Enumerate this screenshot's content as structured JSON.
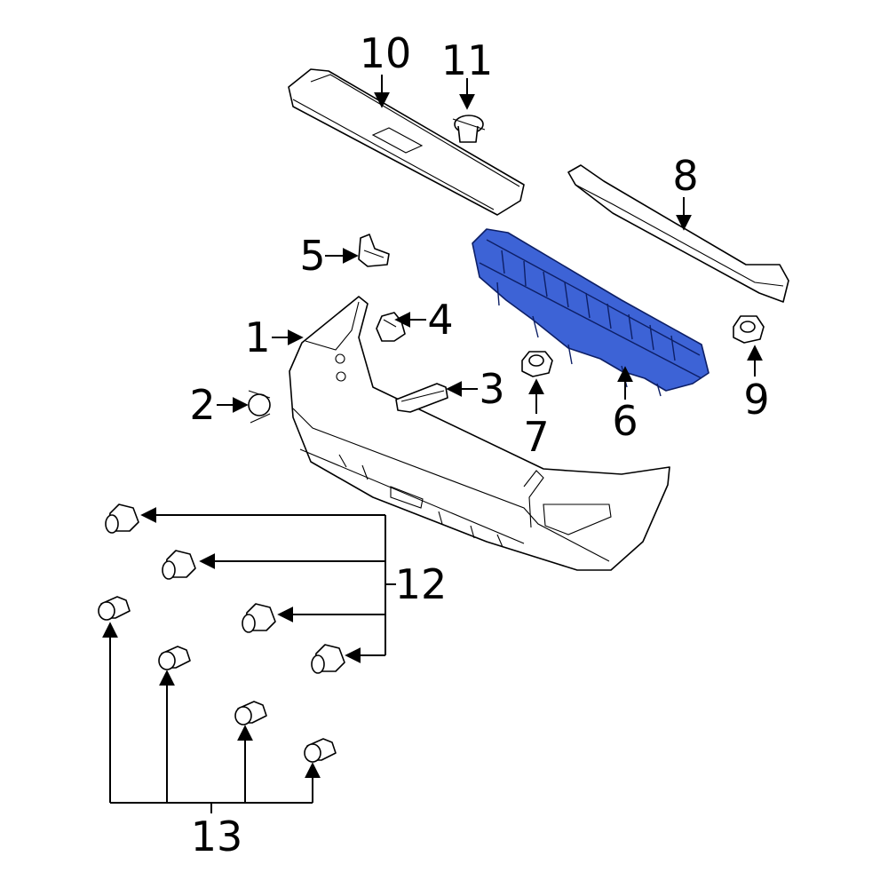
{
  "diagram": {
    "highlight_color": "#3d63d6",
    "callouts": {
      "c1": "1",
      "c2": "2",
      "c3": "3",
      "c4": "4",
      "c5": "5",
      "c6": "6",
      "c7": "7",
      "c8": "8",
      "c9": "9",
      "c10": "10",
      "c11": "11",
      "c12": "12",
      "c13": "13"
    }
  }
}
